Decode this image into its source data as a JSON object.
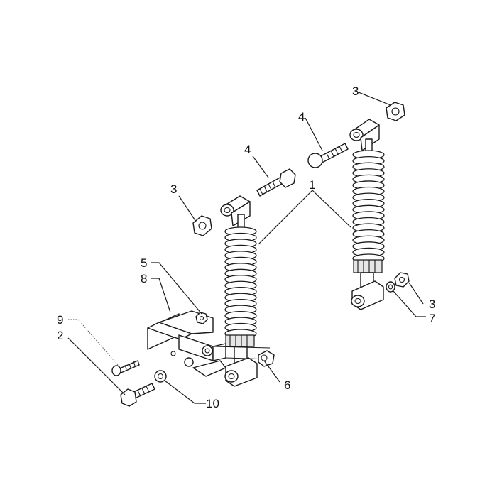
{
  "callouts": [
    {
      "id": "c1",
      "text": "1"
    },
    {
      "id": "c2",
      "text": "2"
    },
    {
      "id": "c3a",
      "text": "3"
    },
    {
      "id": "c3b",
      "text": "3"
    },
    {
      "id": "c3c",
      "text": "3"
    },
    {
      "id": "c4a",
      "text": "4"
    },
    {
      "id": "c4b",
      "text": "4"
    },
    {
      "id": "c5",
      "text": "5"
    },
    {
      "id": "c6",
      "text": "6"
    },
    {
      "id": "c7",
      "text": "7"
    },
    {
      "id": "c8",
      "text": "8"
    },
    {
      "id": "c9",
      "text": "9"
    },
    {
      "id": "c10",
      "text": "10"
    }
  ]
}
